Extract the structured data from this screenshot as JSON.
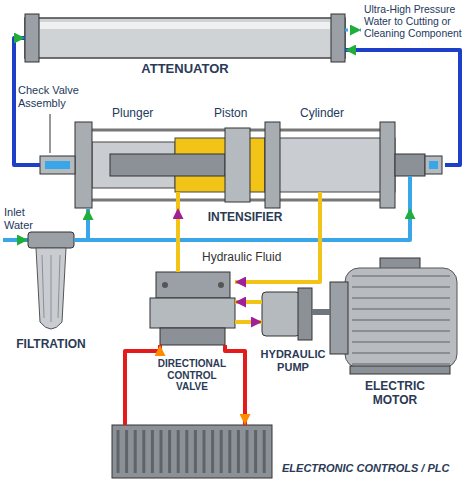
{
  "diagram": {
    "nodes": [
      {
        "text": [
          "ATTENUATOR"
        ]
      },
      {
        "text": [
          "INTENSIFIER"
        ]
      },
      {
        "text": [
          "FILTRATION"
        ]
      },
      {
        "text": [
          "DIRECTIONAL CONTROL VALVE"
        ]
      },
      {
        "text": [
          "HYDRAULIC PUMP"
        ]
      },
      {
        "text": [
          "ELECTRIC MOTOR"
        ]
      },
      {
        "text": [
          "ELECTRONIC CONTROLS / PLC"
        ]
      }
    ],
    "edges": [
      {
        "from": 1,
        "to": 0,
        "arrow": "to"
      },
      {
        "from": 1,
        "to": 0,
        "arrow": "to"
      },
      {
        "from": 2,
        "to": 1,
        "arrow": "to"
      },
      {
        "from": 3,
        "to": 1,
        "arrow": "to"
      },
      {
        "from": 1,
        "to": 3,
        "arrow": "to",
        "label": "Hydraulic Fluid"
      },
      {
        "from": 4,
        "to": 3,
        "arrow": "to"
      },
      {
        "from": 3,
        "to": 4,
        "arrow": "to"
      },
      {
        "from": 5,
        "to": 4,
        "arrow": "none"
      },
      {
        "from": 6,
        "to": 3,
        "arrow": "to"
      },
      {
        "from": 3,
        "to": 6,
        "arrow": "to"
      }
    ],
    "labels": [
      "Ultra-High Pressure Water to Cutting or Cleaning Component",
      "Check Valve Assembly",
      "Plunger",
      "Piston",
      "Cylinder",
      "Inlet Water"
    ]
  }
}
